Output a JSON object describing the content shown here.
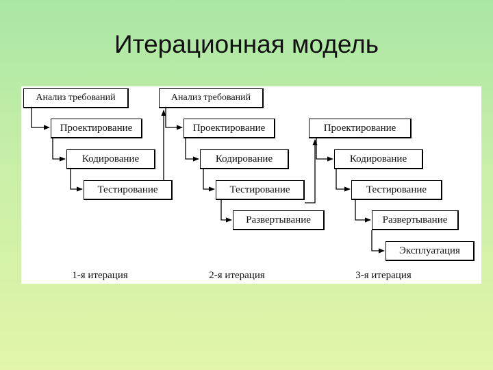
{
  "slide": {
    "title": "Итерационная модель"
  },
  "diagram": {
    "iterations": [
      {
        "label": "1-я итерация",
        "stages": [
          "Анализ требований",
          "Проектирование",
          "Кодирование",
          "Тестирование"
        ]
      },
      {
        "label": "2-я итерация",
        "stages": [
          "Анализ требований",
          "Проектирование",
          "Кодирование",
          "Тестирование",
          "Развертывание"
        ]
      },
      {
        "label": "3-я итерация",
        "stages": [
          "Проектирование",
          "Кодирование",
          "Тестирование",
          "Развертывание",
          "Эксплуатация"
        ]
      }
    ]
  }
}
